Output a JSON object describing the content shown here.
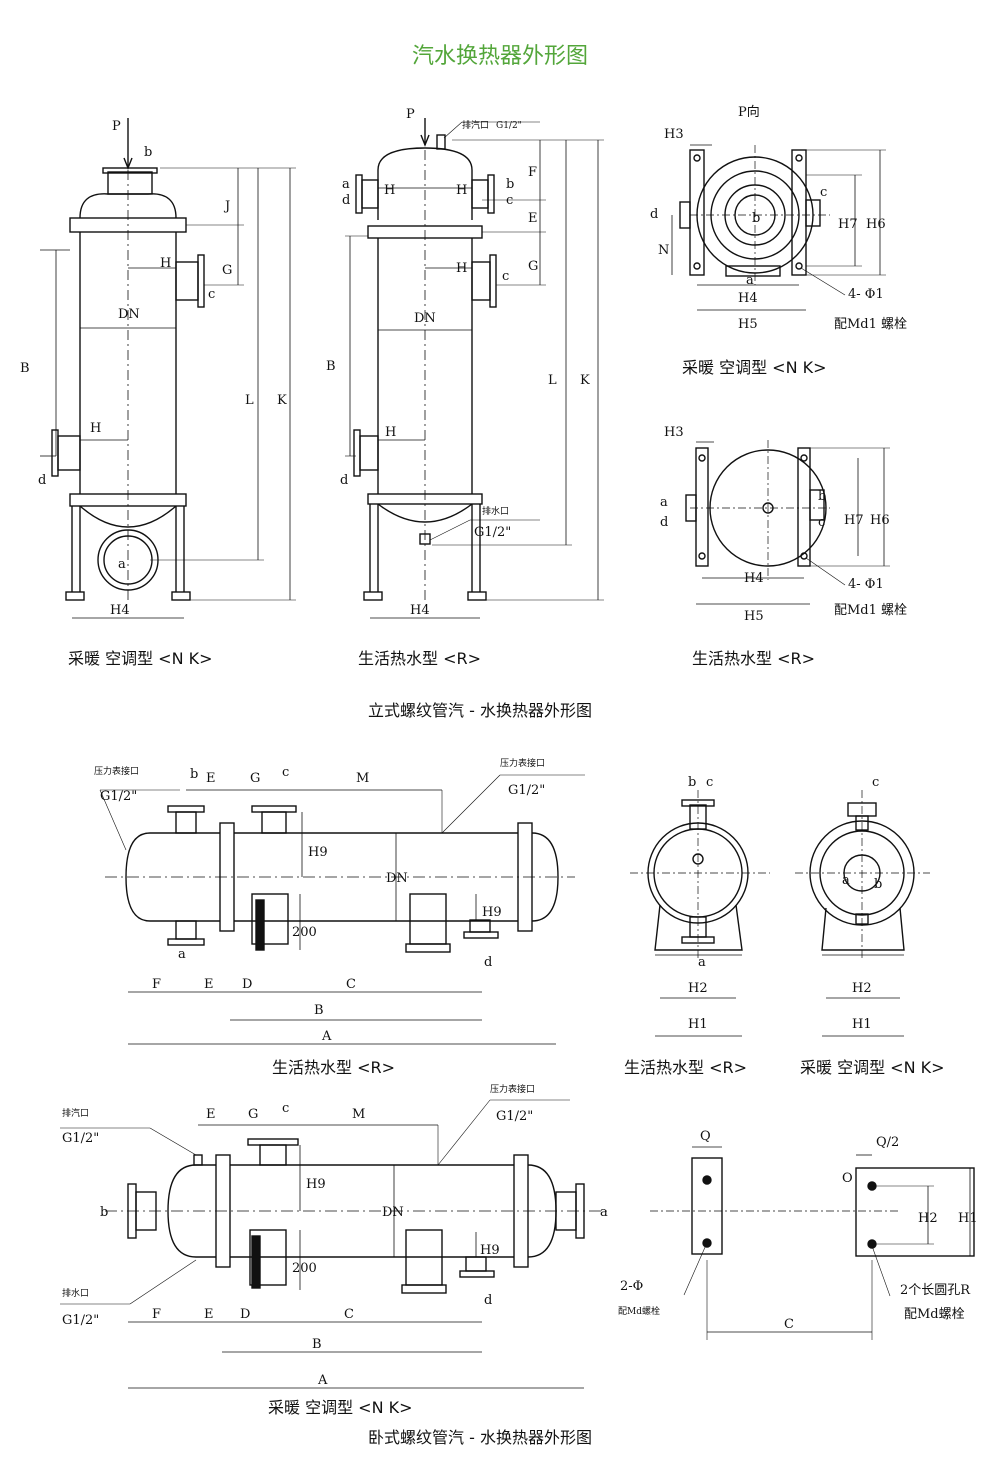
{
  "page": {
    "title": "汽水换热器外形图",
    "title_color": "#53a63a"
  },
  "sections": {
    "vertical": {
      "caption": "立式螺纹管汽 - 水换热器外形图"
    },
    "horizontal": {
      "caption": "卧式螺纹管汽 - 水换热器外形图"
    }
  },
  "captions": {
    "v_left": "采暖 空调型 <N K>",
    "v_mid": "生活热水型 <R>",
    "v_right_top": "采暖 空调型 <N K>",
    "v_right_bottom": "生活热水型 <R>",
    "h_top": "生活热水型 <R>",
    "h_end1": "生活热水型 <R>",
    "h_end2": "采暖 空调型 <N K>",
    "h_bottom": "采暖 空调型 <N K>"
  },
  "labels": {
    "P": "P",
    "Pdir": "P向",
    "a": "a",
    "b": "b",
    "c": "c",
    "d": "d",
    "H": "H",
    "H1": "H1",
    "H2": "H2",
    "H3": "H3",
    "H4": "H4",
    "H5": "H5",
    "H6": "H6",
    "H7": "H7",
    "H9": "H9",
    "DN": "DN",
    "B": "B",
    "L": "L",
    "K": "K",
    "J": "J",
    "G": "G",
    "E": "E",
    "F": "F",
    "N": "N",
    "M": "M",
    "A": "A",
    "C": "C",
    "D": "D",
    "Q": "Q",
    "Q2": "Q/2",
    "O": "O",
    "n200": "200",
    "phi1": "4- Φ1",
    "md1": "配Md1 螺栓",
    "vent": "排汽口",
    "vent_size": "G1/2\"",
    "drain": "排水口",
    "drain_size": "G1/2\"",
    "gauge": "压力表接口",
    "gauge_size": "G1/2\"",
    "phi2": "2-Φ",
    "md": "配Md螺栓",
    "slot_a": "2个长圆孔R",
    "slot_b": "配Md螺栓"
  }
}
